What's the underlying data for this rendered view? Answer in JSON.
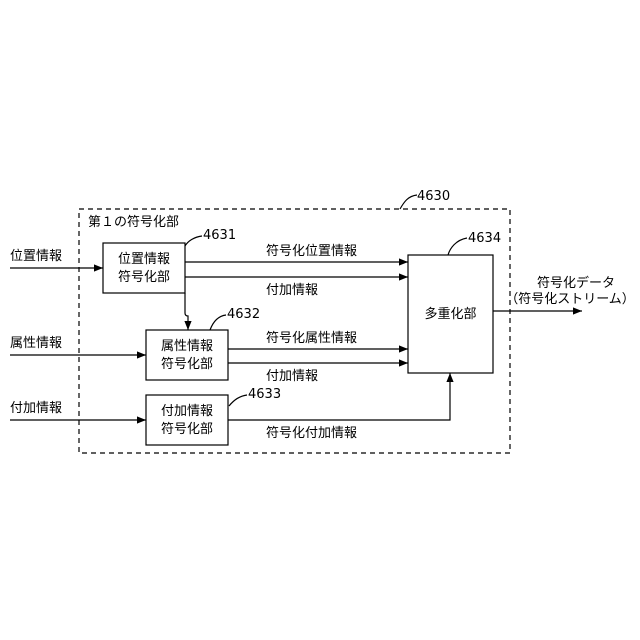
{
  "refs": {
    "outer": "4630",
    "pos_encoder": "4631",
    "attr_encoder": "4632",
    "add_encoder": "4633",
    "mux": "4634"
  },
  "outer_title": "第１の符号化部",
  "blocks": {
    "pos_encoder": [
      "位置情報",
      "符号化部"
    ],
    "attr_encoder": [
      "属性情報",
      "符号化部"
    ],
    "add_encoder": [
      "付加情報",
      "符号化部"
    ],
    "mux": "多重化部"
  },
  "inputs": {
    "position": "位置情報",
    "attribute": "属性情報",
    "additional": "付加情報"
  },
  "signals": {
    "enc_position": "符号化位置情報",
    "add_info_1": "付加情報",
    "enc_attribute": "符号化属性情報",
    "add_info_2": "付加情報",
    "enc_additional": "符号化付加情報"
  },
  "output": [
    "符号化データ",
    "（符号化ストリーム）"
  ]
}
